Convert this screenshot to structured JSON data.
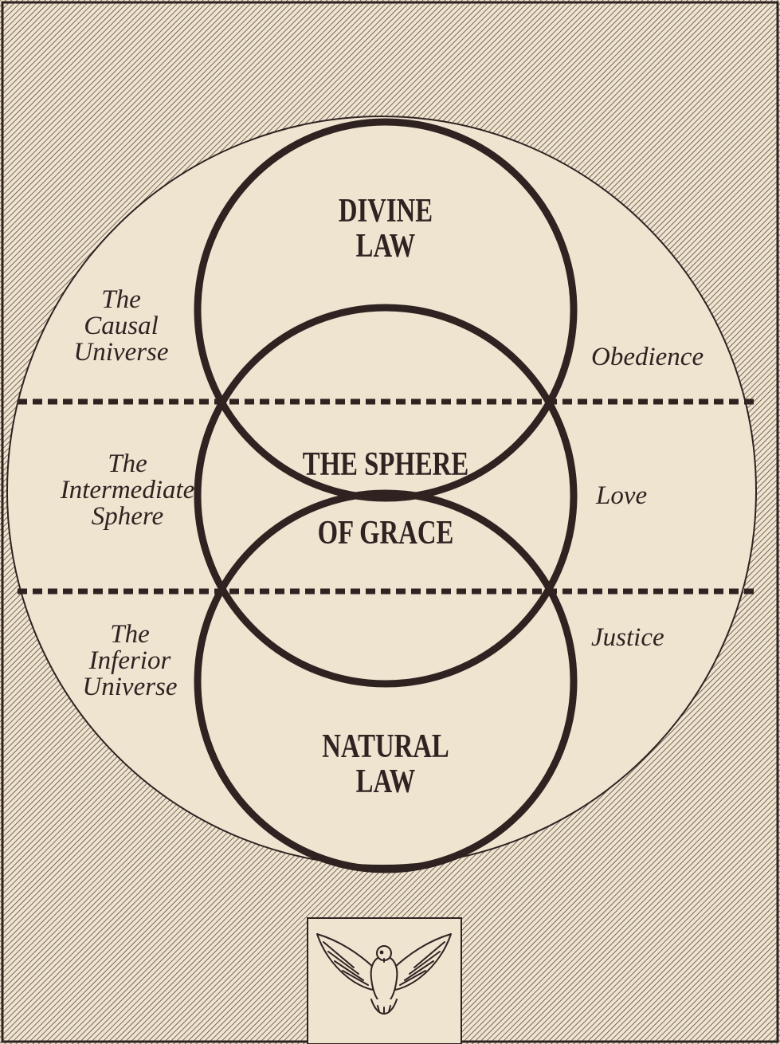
{
  "colors": {
    "paper": "#efe4d0",
    "hatch": "#5b4a40",
    "ink": "#2f2322"
  },
  "circles": {
    "top": "DIVINE\nLAW",
    "center": "THE SPHERE\nOF GRACE",
    "bottom": "NATURAL\nLAW"
  },
  "left_labels": [
    {
      "lines": [
        "The",
        "Causal",
        "Universe"
      ]
    },
    {
      "lines": [
        "The",
        "Intermediate",
        "Sphere"
      ]
    },
    {
      "lines": [
        "The",
        "Inferior",
        "Universe"
      ]
    }
  ],
  "right_labels": [
    "Obedience",
    "Love",
    "Justice"
  ],
  "emblem": {
    "icon": "dove-icon"
  }
}
